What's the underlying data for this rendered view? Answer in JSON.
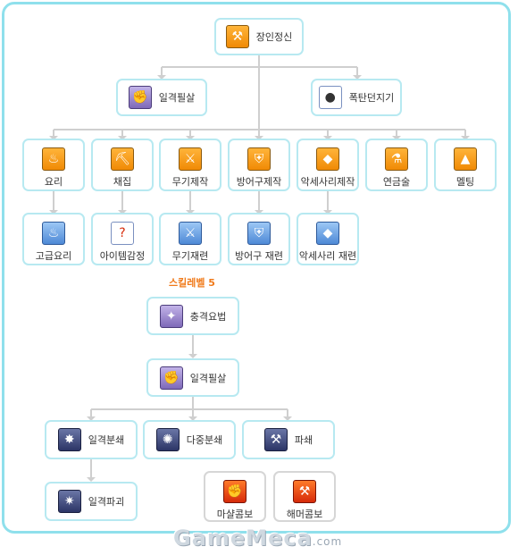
{
  "craft_tree": {
    "root": {
      "label": "장인정신",
      "icon": "craftsman-icon"
    },
    "level1": [
      {
        "label": "일격필살",
        "icon": "strike-icon"
      },
      {
        "label": "폭탄던지기",
        "icon": "bomb-throw-icon"
      }
    ],
    "level2": [
      {
        "label": "요리",
        "icon": "cooking-icon"
      },
      {
        "label": "채집",
        "icon": "gathering-icon"
      },
      {
        "label": "무기제작",
        "icon": "weapon-craft-icon"
      },
      {
        "label": "방어구제작",
        "icon": "armor-craft-icon"
      },
      {
        "label": "악세사리제작",
        "icon": "accessory-craft-icon"
      },
      {
        "label": "연금술",
        "icon": "alchemy-icon"
      },
      {
        "label": "멜팅",
        "icon": "melting-icon"
      }
    ],
    "level3": [
      {
        "label": "고급요리",
        "icon": "advanced-cooking-icon"
      },
      {
        "label": "아이템감정",
        "icon": "appraisal-icon"
      },
      {
        "label": "무기재련",
        "icon": "weapon-refine-icon"
      },
      {
        "label": "방어구 재련",
        "icon": "armor-refine-icon"
      },
      {
        "label": "악세사리 재련",
        "icon": "accessory-refine-icon"
      }
    ]
  },
  "combat_tree": {
    "heading": "스킬레벨 5",
    "top": {
      "label": "충격요법",
      "icon": "shock-therapy-icon"
    },
    "mid": {
      "label": "일격필살",
      "icon": "strike-icon"
    },
    "children": [
      {
        "label": "일격분쇄",
        "icon": "strike-crush-icon"
      },
      {
        "label": "다중분쇄",
        "icon": "multi-crush-icon"
      },
      {
        "label": "파쇄",
        "icon": "shatter-icon"
      }
    ],
    "grandchild": {
      "label": "일격파괴",
      "icon": "strike-destroy-icon"
    },
    "combos": [
      {
        "label": "마샬콤보",
        "icon": "fist-icon"
      },
      {
        "label": "해머콤보",
        "icon": "hammer-icon"
      }
    ]
  },
  "watermark": {
    "main": "GameMeca",
    "suffix": ".com"
  },
  "colors": {
    "border": "#8fe0ec",
    "node_border": "#b7e9f1",
    "connector": "#cccccc",
    "accent": "#f07a1a"
  }
}
